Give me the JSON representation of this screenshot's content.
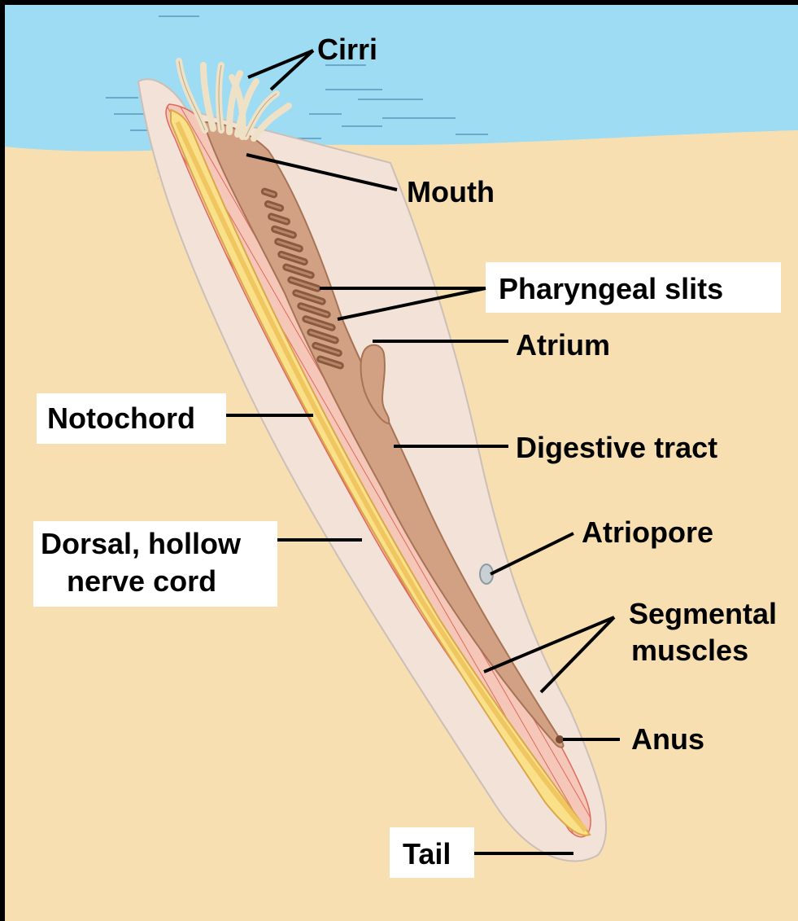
{
  "colors": {
    "water": "#9edcf3",
    "sand": "#f8dfb2",
    "body_outline": "#f3e2d7",
    "muscle": "#f5c7b9",
    "muscle_stripe": "#e0685a",
    "notochord": "#fbe08a",
    "nerve_cord": "#f0c661",
    "gut": "#d2a184",
    "gut_dark": "#a67355",
    "cirri": "#efe1c5",
    "label_box": "#ffffff"
  },
  "labels": {
    "cirri": "Cirri",
    "mouth": "Mouth",
    "pharyngeal_slits": "Pharyngeal slits",
    "atrium": "Atrium",
    "notochord": "Notochord",
    "digestive_tract": "Digestive tract",
    "atriopore": "Atriopore",
    "dorsal_line1": "Dorsal, hollow",
    "dorsal_line2": "nerve cord",
    "segmental_line1": "Segmental",
    "segmental_line2": "muscles",
    "anus": "Anus",
    "tail": "Tail"
  }
}
